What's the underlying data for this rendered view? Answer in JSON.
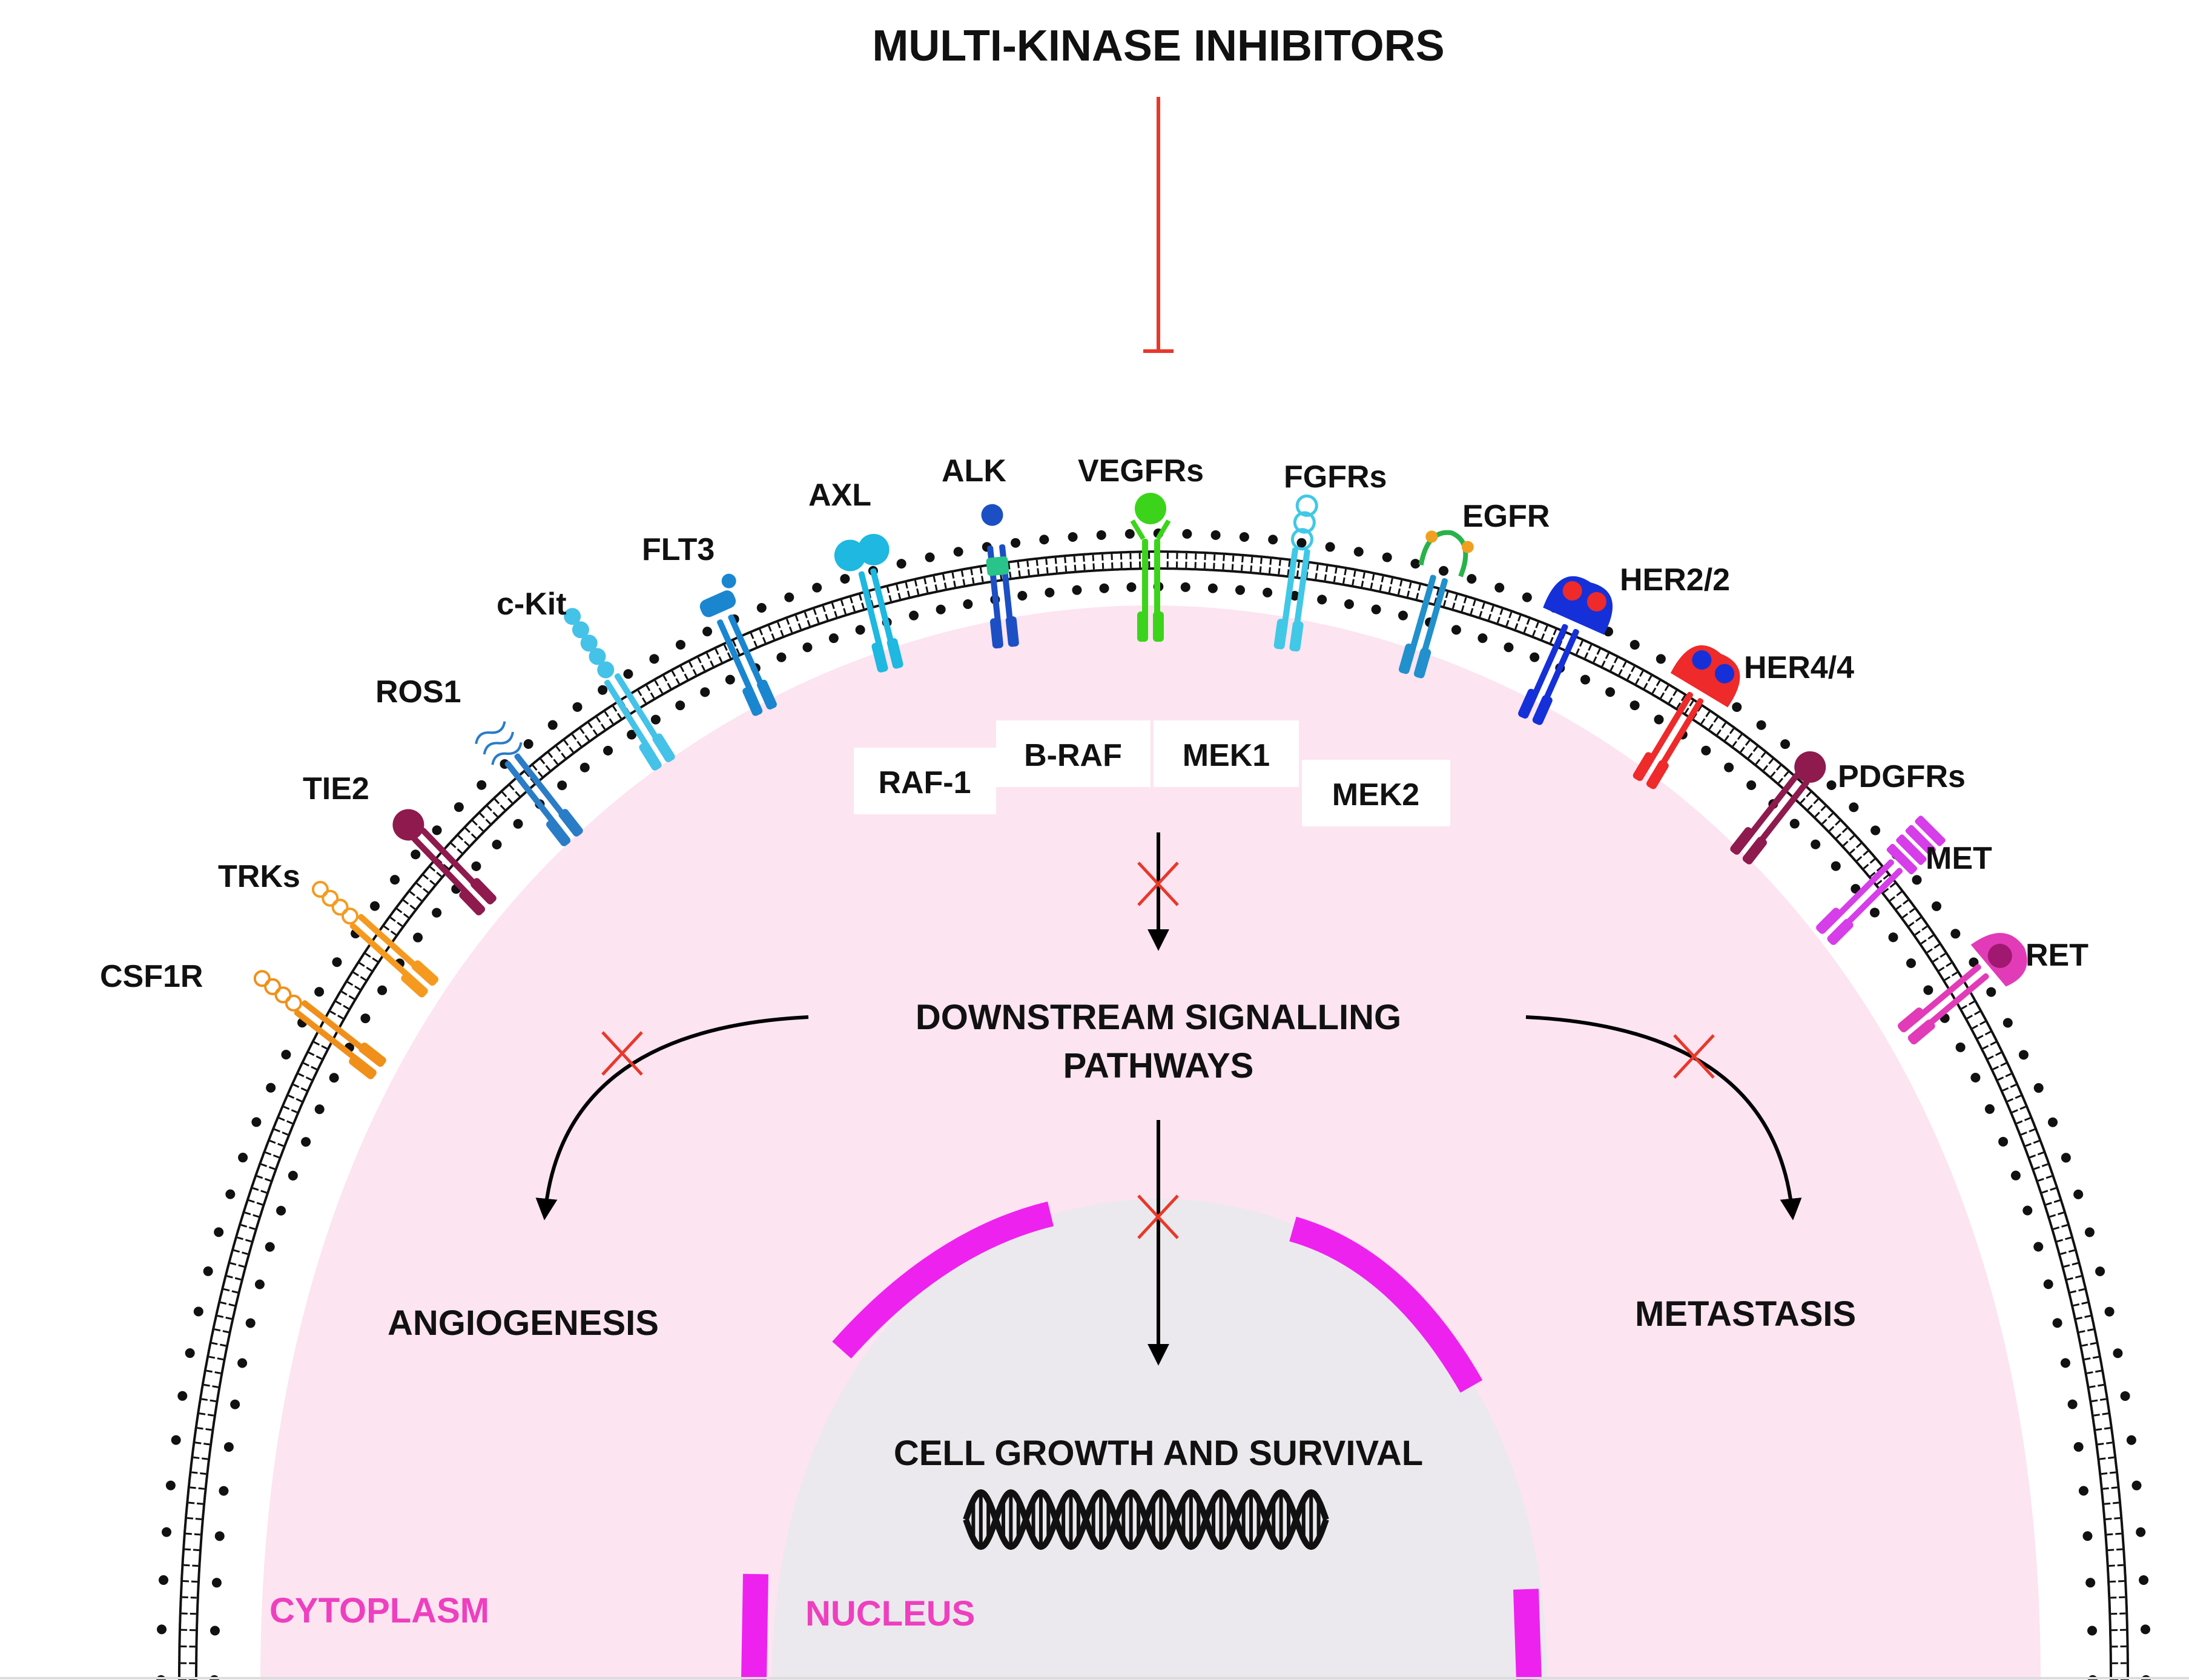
{
  "title": "MULTI-KINASE INHIBITORS",
  "receptors": {
    "csf1r": "CSF1R",
    "trks": "TRKs",
    "tie2": "TIE2",
    "ros1": "ROS1",
    "ckit": "c-Kit",
    "flt3": "FLT3",
    "axl": "AXL",
    "alk": "ALK",
    "vegfrs": "VEGFRs",
    "fgfrs": "FGFRs",
    "egfr": "EGFR",
    "her22": "HER2/2",
    "her44": "HER4/4",
    "pdgfrs": "PDGFRs",
    "met": "MET",
    "ret": "RET"
  },
  "kinases": {
    "raf1": "RAF-1",
    "braf": "B-RAF",
    "mek1": "MEK1",
    "mek2": "MEK2"
  },
  "pathway": {
    "line1": "DOWNSTREAM SIGNALLING",
    "line2": "PATHWAYS"
  },
  "outcomes": {
    "angiogenesis": "ANGIOGENESIS",
    "metastasis": "METASTASIS",
    "growth": "CELL GROWTH AND SURVIVAL"
  },
  "compartments": {
    "cytoplasm": "CYTOPLASM",
    "nucleus": "NUCLEUS"
  },
  "colors": {
    "cytoplasm_fill": "#fce4f1",
    "nucleus_fill": "#ebe9ee",
    "nuclear_envelope": "#ee22ee",
    "inhibition": "#e8382a",
    "compartment_label": "#ee3fbf",
    "membrane": "#111111"
  },
  "receptor_colors": {
    "csf1r": "#f0901a",
    "trks": "#f59a1f",
    "tie2": "#8e1a4e",
    "ros1": "#2a7cc7",
    "ckit": "#45c2e8",
    "flt3": "#1a86d0",
    "axl": "#1eb8e0",
    "alk": "#1c4fc4",
    "vegfrs": "#3bd41a",
    "fgfrs": "#40c8e6",
    "egfr": "#2190cc",
    "her22": "#1530d8",
    "her44": "#ee2a2a",
    "pdgfrs": "#8e1a4e",
    "met": "#d53ee8",
    "ret": "#e23bb8"
  }
}
